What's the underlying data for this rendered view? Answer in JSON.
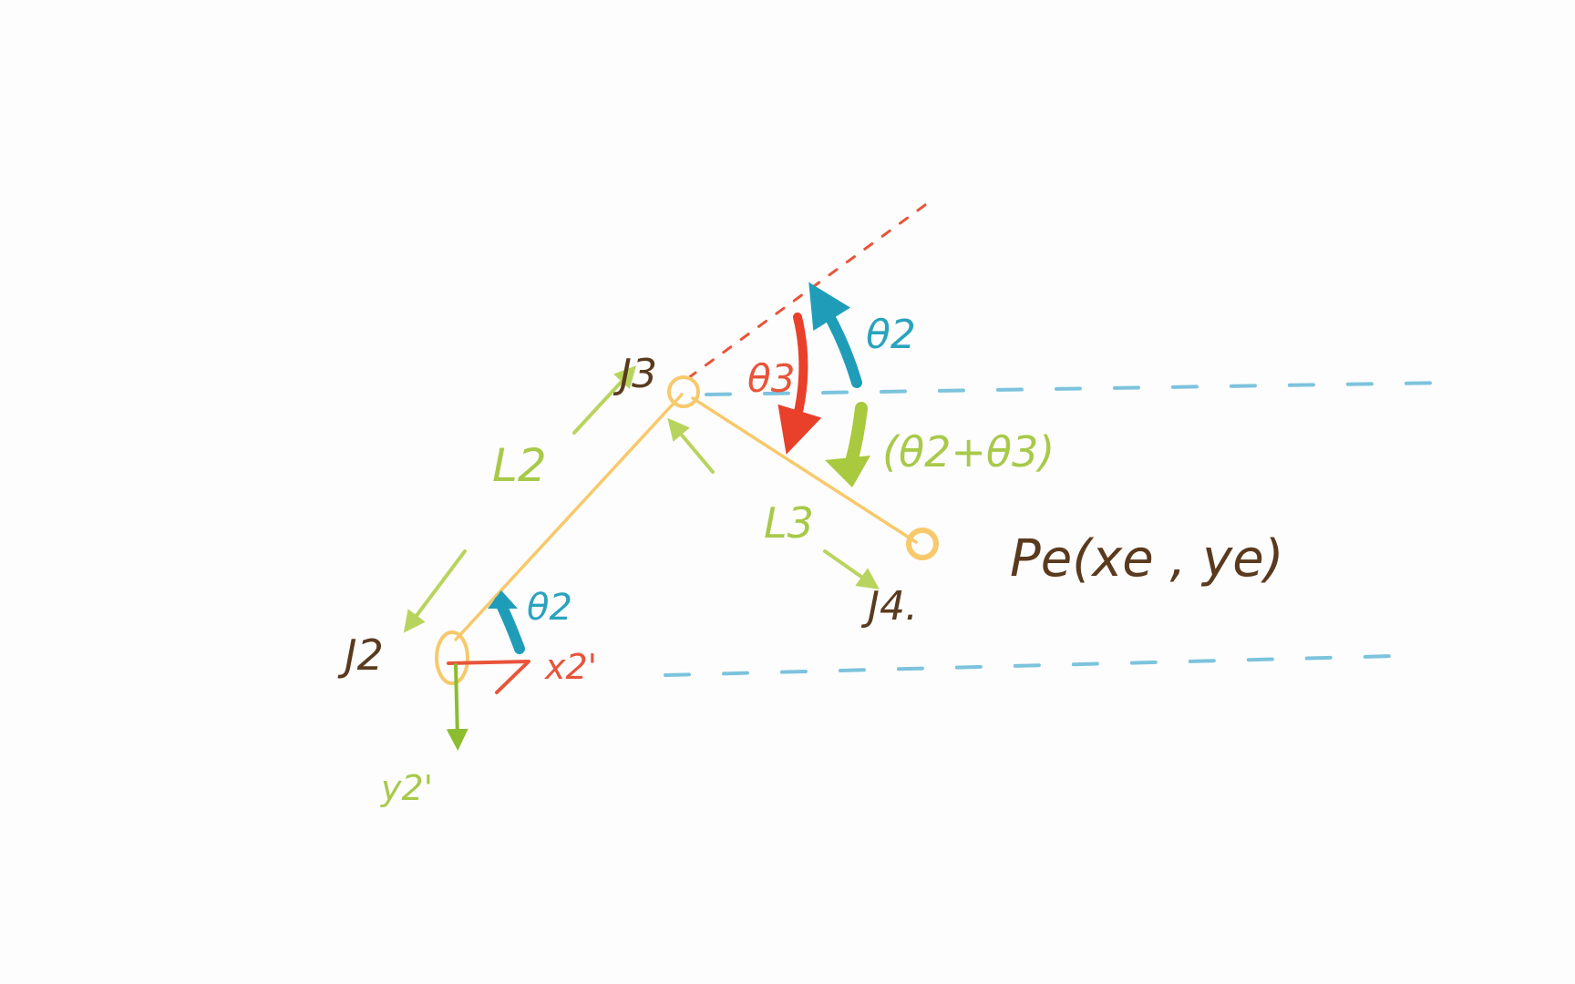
{
  "labels": {
    "J3": "J3",
    "J2": "J2",
    "J4": "J4.",
    "L2": "L2",
    "L3": "L3",
    "theta2_top": "θ2",
    "theta3": "θ3",
    "theta2_plus_theta3": "(θ2+θ3)",
    "theta2_bottom": "θ2",
    "x2_axis": "x2'",
    "y2_axis": "y2'",
    "end_effector": "Pe(xe , ye)"
  },
  "colors": {
    "link": "#f7c96b",
    "brown_text": "#5a3a1e",
    "green": "#a8c94a",
    "blue": "#2ba3bd",
    "red": "#e8543a",
    "background": "#fdfdfd"
  }
}
